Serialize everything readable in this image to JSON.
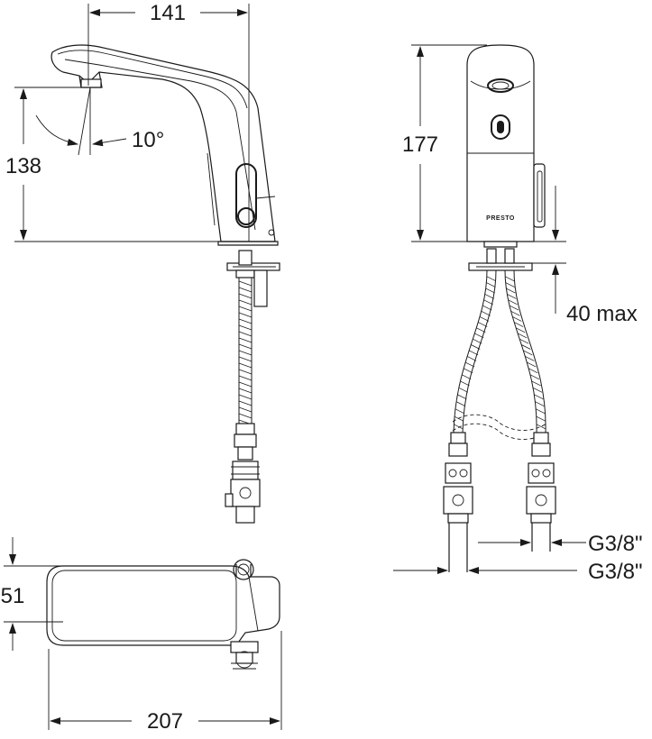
{
  "dimensions": {
    "spout_reach": "141",
    "height_side": "138",
    "spout_angle": "10°",
    "height_front": "177",
    "max_deck_thickness": "40 max",
    "connection_top": "G3/8\"",
    "connection_bottom": "G3/8\"",
    "body_width": "51",
    "total_length": "207"
  },
  "brand": "PRESTO",
  "colors": {
    "line": "#1a1a1a",
    "background": "#ffffff"
  }
}
